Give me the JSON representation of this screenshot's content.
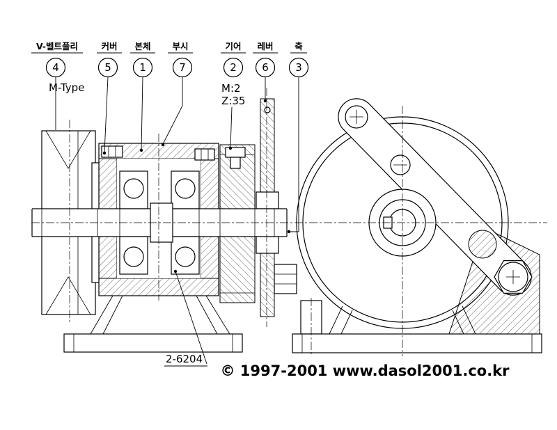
{
  "drawing": {
    "background": "#ffffff",
    "ink": "#000000"
  },
  "callouts": [
    {
      "label": "V-벨트풀리",
      "number": "4"
    },
    {
      "label": "커버",
      "number": "5"
    },
    {
      "label": "본체",
      "number": "1"
    },
    {
      "label": "부시",
      "number": "7"
    },
    {
      "label": "기어",
      "number": "2"
    },
    {
      "label": "레버",
      "number": "6"
    },
    {
      "label": "축",
      "number": "3"
    }
  ],
  "notes": {
    "m_type": "M-Type",
    "module": "M:2",
    "teeth": "Z:35",
    "bearing": "2-6204",
    "copyright": "© 1997-2001 www.dasol2001.co.kr"
  }
}
